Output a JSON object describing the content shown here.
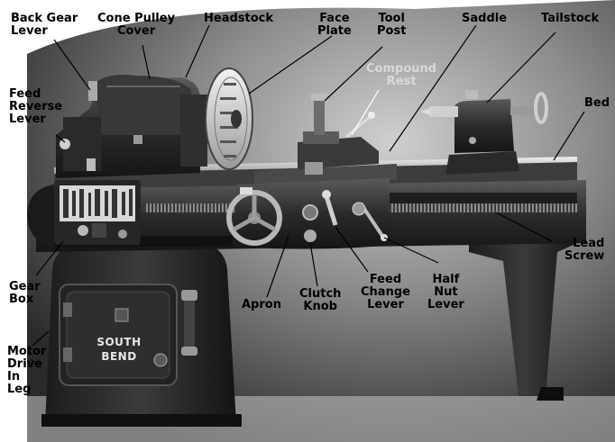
{
  "figure": {
    "nameplate": [
      "SOUTH",
      "BEND"
    ],
    "labels": {
      "back_gear_lever": "Back Gear\nLever",
      "cone_pulley_cover": "Cone Pulley\nCover",
      "headstock": "Headstock",
      "face_plate": "Face\nPlate",
      "tool_post": "Tool\nPost",
      "saddle": "Saddle",
      "tailstock": "Tailstock",
      "compound_rest": "Compound\nRest",
      "feed_reverse_lever": "Feed\nReverse\nLever",
      "bed": "Bed",
      "lead_screw": "Lead\nScrew",
      "gear_box": "Gear\nBox",
      "apron": "Apron",
      "clutch_knob": "Clutch\nKnob",
      "feed_change_lever": "Feed\nChange\nLever",
      "half_nut_lever": "Half\nNut\nLever",
      "motor_drive_in_leg": "Motor\nDrive\nIn\nLeg"
    }
  }
}
